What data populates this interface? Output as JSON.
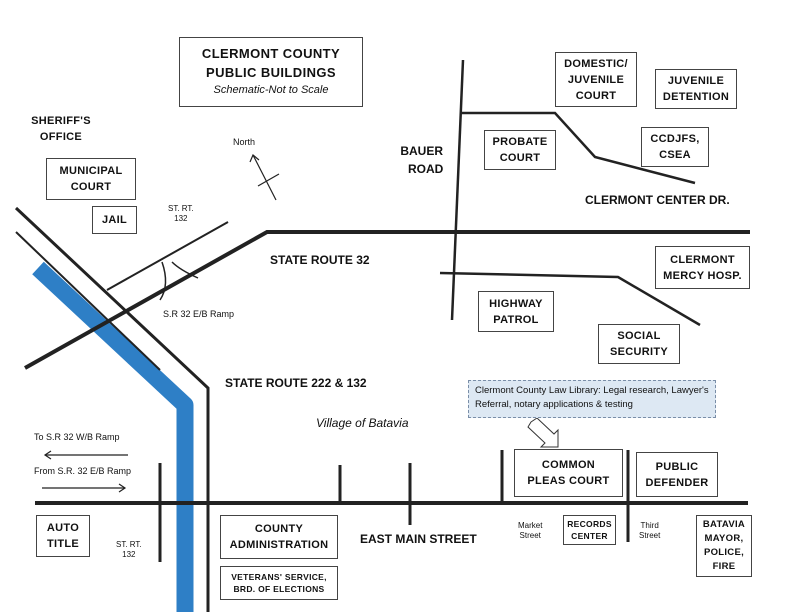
{
  "title": {
    "line1": "CLERMONT COUNTY",
    "line2": "PUBLIC BUILDINGS",
    "subtitle": "Schematic-Not to Scale"
  },
  "compass": {
    "label": "North"
  },
  "roads": {
    "bauer_1": "BAUER",
    "bauer_2": "ROAD",
    "clermont_center": "CLERMONT CENTER DR.",
    "sr32": "STATE ROUTE 32",
    "sr222": "STATE ROUTE 222 & 132",
    "east_main": "EAST MAIN STREET",
    "st_rt_132_top_1": "ST. RT.",
    "st_rt_132_top_2": "132",
    "st_rt_132_bottom_1": "ST. RT.",
    "st_rt_132_bottom_2": "132",
    "ramp_eb": "S.R 32 E/B Ramp",
    "to_wb_ramp": "To S.R 32 W/B Ramp",
    "from_eb_ramp": "From S.R. 32 E/B Ramp",
    "market_1": "Market",
    "market_2": "Street",
    "third_1": "Third",
    "third_2": "Street",
    "village": "Village of Batavia"
  },
  "buildings": {
    "sheriff": [
      "SHERIFF'S",
      "OFFICE"
    ],
    "municipal": [
      "MUNICIPAL",
      "COURT"
    ],
    "jail": [
      "JAIL"
    ],
    "domestic": [
      "DOMESTIC/",
      "JUVENILE",
      "COURT"
    ],
    "juvenile_det": [
      "JUVENILE",
      "DETENTION"
    ],
    "probate": [
      "PROBATE",
      "COURT"
    ],
    "ccdjfs": [
      "CCDJFS,",
      "CSEA"
    ],
    "mercy": [
      "CLERMONT",
      "MERCY HOSP."
    ],
    "highway": [
      "HIGHWAY",
      "PATROL"
    ],
    "social": [
      "SOCIAL",
      "SECURITY"
    ],
    "common_pleas": [
      "COMMON",
      "PLEAS COURT"
    ],
    "public_def": [
      "PUBLIC",
      "DEFENDER"
    ],
    "auto_title": [
      "AUTO",
      "TITLE"
    ],
    "county_admin": [
      "COUNTY",
      "ADMINISTRATION"
    ],
    "veterans": [
      "VETERANS' SERVICE,",
      "BRD. OF ELECTIONS"
    ],
    "records": [
      "RECORDS",
      "CENTER"
    ],
    "batavia": [
      "BATAVIA",
      "MAYOR,",
      "POLICE,",
      "FIRE"
    ]
  },
  "law_library_note": "Clermont County Law Library: Legal research, Lawyer's Referral, notary applications & testing",
  "colors": {
    "river": "#2e7fc6",
    "road": "#222222",
    "note_bg": "#dde8f3"
  }
}
